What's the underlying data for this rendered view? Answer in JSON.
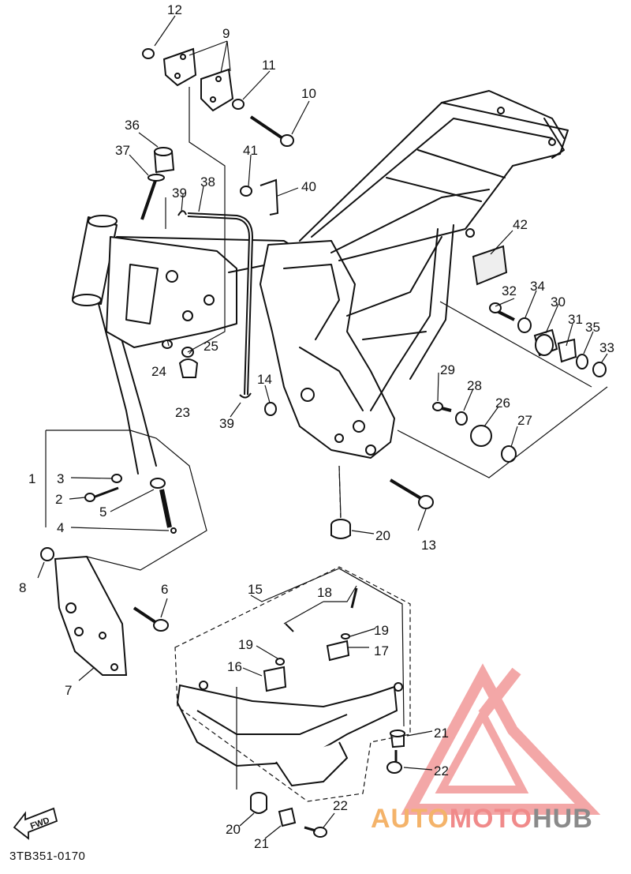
{
  "callouts": {
    "c1": "1",
    "c2": "2",
    "c3": "3",
    "c4": "4",
    "c5": "5",
    "c6": "6",
    "c7": "7",
    "c8": "8",
    "c9": "9",
    "c10": "10",
    "c11": "11",
    "c12": "12",
    "c13": "13",
    "c14": "14",
    "c15": "15",
    "c16": "16",
    "c17": "17",
    "c18": "18",
    "c19a": "19",
    "c19b": "19",
    "c20a": "20",
    "c20b": "20",
    "c21a": "21",
    "c21b": "21",
    "c22a": "22",
    "c22b": "22",
    "c23": "23",
    "c24": "24",
    "c25": "25",
    "c26": "26",
    "c27": "27",
    "c28": "28",
    "c29": "29",
    "c30": "30",
    "c31": "31",
    "c32": "32",
    "c33": "33",
    "c34": "34",
    "c35": "35",
    "c36": "36",
    "c37": "37",
    "c38": "38",
    "c39a": "39",
    "c39b": "39",
    "c40": "40",
    "c41": "41",
    "c42": "42"
  },
  "fwd_label": "FWD",
  "part_number": "3TB351-0170",
  "watermark": {
    "part1": "AUTO",
    "part2": "MOTO",
    "part3": "HUB"
  },
  "colors": {
    "line": "#111111",
    "watermark_red": "#f08a8a",
    "watermark_orange": "#f4b36a",
    "watermark_gray": "#8a8a8a"
  }
}
